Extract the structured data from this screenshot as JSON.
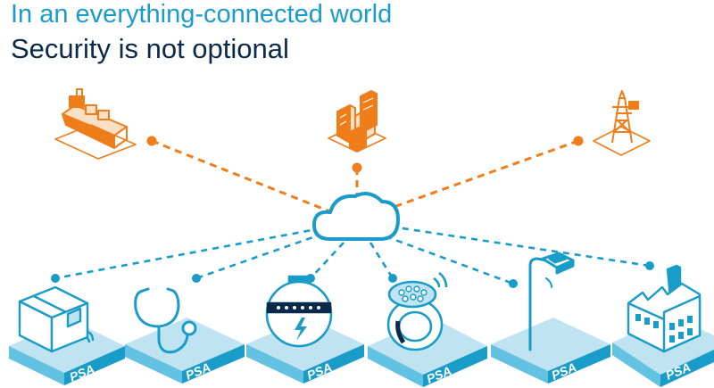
{
  "title": {
    "line1": "In an everything-connected world",
    "line2": "Security is not optional"
  },
  "platform_label": "PSA",
  "colors": {
    "teal": "#1a9cc8",
    "navy": "#0b2a4a",
    "orange": "#ef7d1a",
    "light_blue": "#bfe3f1",
    "mid_blue": "#63c1e2"
  },
  "hub_icon": "cloud-icon",
  "top_devices": [
    {
      "name": "ship-icon"
    },
    {
      "name": "buildings-icon"
    },
    {
      "name": "power-tower-icon"
    }
  ],
  "bottom_devices": [
    {
      "name": "parcel-box-icon"
    },
    {
      "name": "stethoscope-icon"
    },
    {
      "name": "utility-meter-icon"
    },
    {
      "name": "smart-ring-icon"
    },
    {
      "name": "street-light-icon"
    },
    {
      "name": "factory-icon"
    }
  ]
}
